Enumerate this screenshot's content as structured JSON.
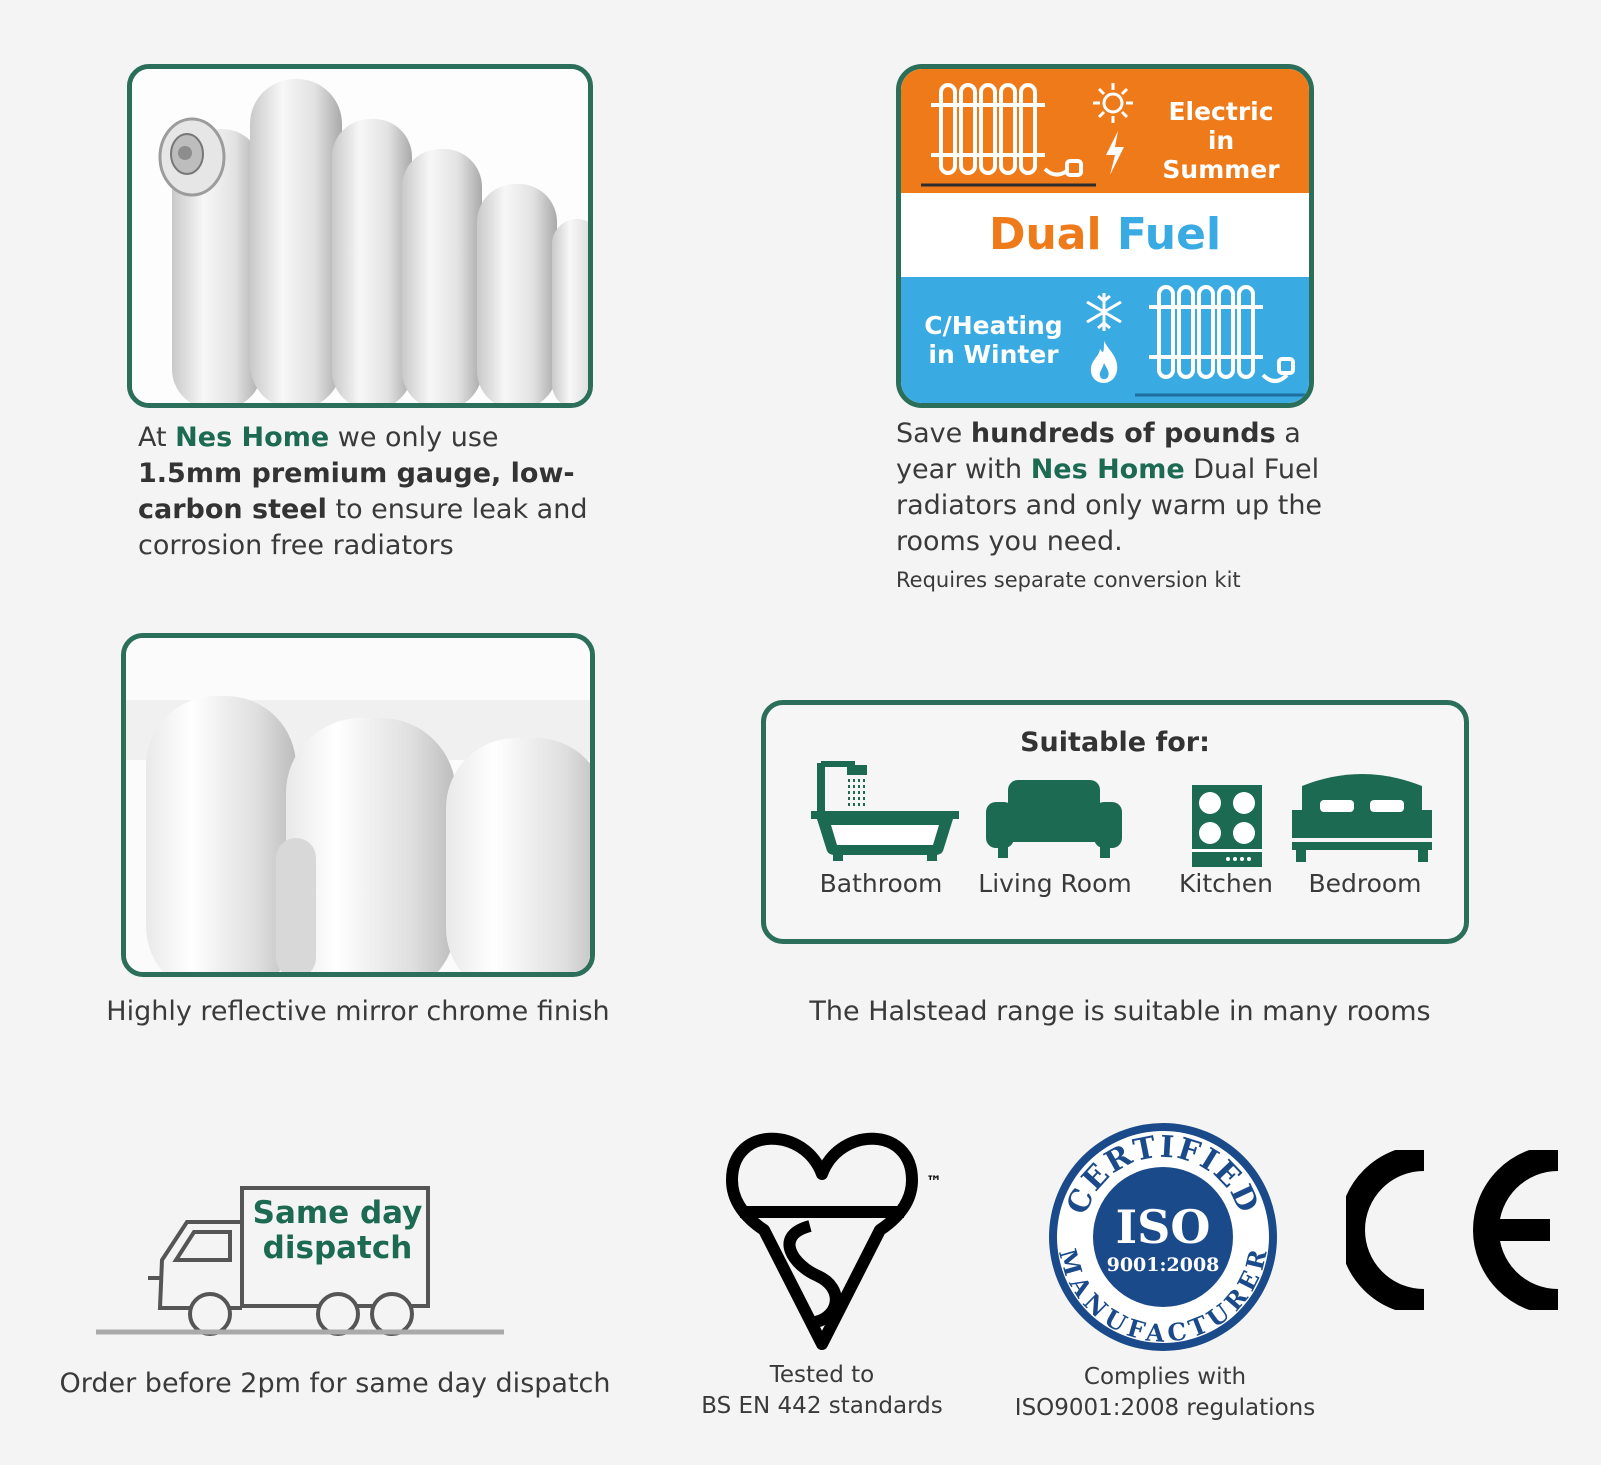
{
  "steel": {
    "prefix": "At ",
    "brand": "Nes Home",
    "mid": " we only use ",
    "bold": "1.5mm premium gauge, low-carbon steel",
    "suffix": " to ensure leak and corrosion free radiators"
  },
  "dual_fuel": {
    "summer_label": "Electric in Summer",
    "title_word1": "Dual",
    "title_word2": "Fuel",
    "winter_label": "C/Heating in Winter",
    "colors": {
      "orange": "#ef7a1a",
      "blue": "#3aaae3",
      "frame": "#2b6e5a"
    },
    "desc_prefix": "Save ",
    "desc_bold": "hundreds of pounds",
    "desc_mid": " a year with ",
    "desc_brand": "Nes Home",
    "desc_suffix": " Dual Fuel radiators and only warm up the rooms you need.",
    "note": "Requires separate conversion kit"
  },
  "finish": {
    "caption": "Highly reflective mirror chrome finish"
  },
  "rooms": {
    "title": "Suitable for:",
    "items": [
      {
        "label": "Bathroom",
        "icon": "bath-shower-icon"
      },
      {
        "label": "Living Room",
        "icon": "sofa-icon"
      },
      {
        "label": "Kitchen",
        "icon": "hob-icon"
      },
      {
        "label": "Bedroom",
        "icon": "bed-icon"
      }
    ],
    "caption": "The Halstead range is suitable in many rooms"
  },
  "dispatch": {
    "truck_line1": "Same day",
    "truck_line2": "dispatch",
    "caption": "Order before 2pm for same day dispatch"
  },
  "kitemark": {
    "tm": "™",
    "line1": "Tested to",
    "line2": "BS EN 442 standards"
  },
  "iso": {
    "arc_top": "CERTIFIED",
    "center_big": "ISO",
    "center_small": "9001:2008",
    "arc_bottom": "MANUFACTURER",
    "line1": "Complies with",
    "line2": "ISO9001:2008 regulations"
  },
  "ce": {
    "mark": "CE"
  }
}
